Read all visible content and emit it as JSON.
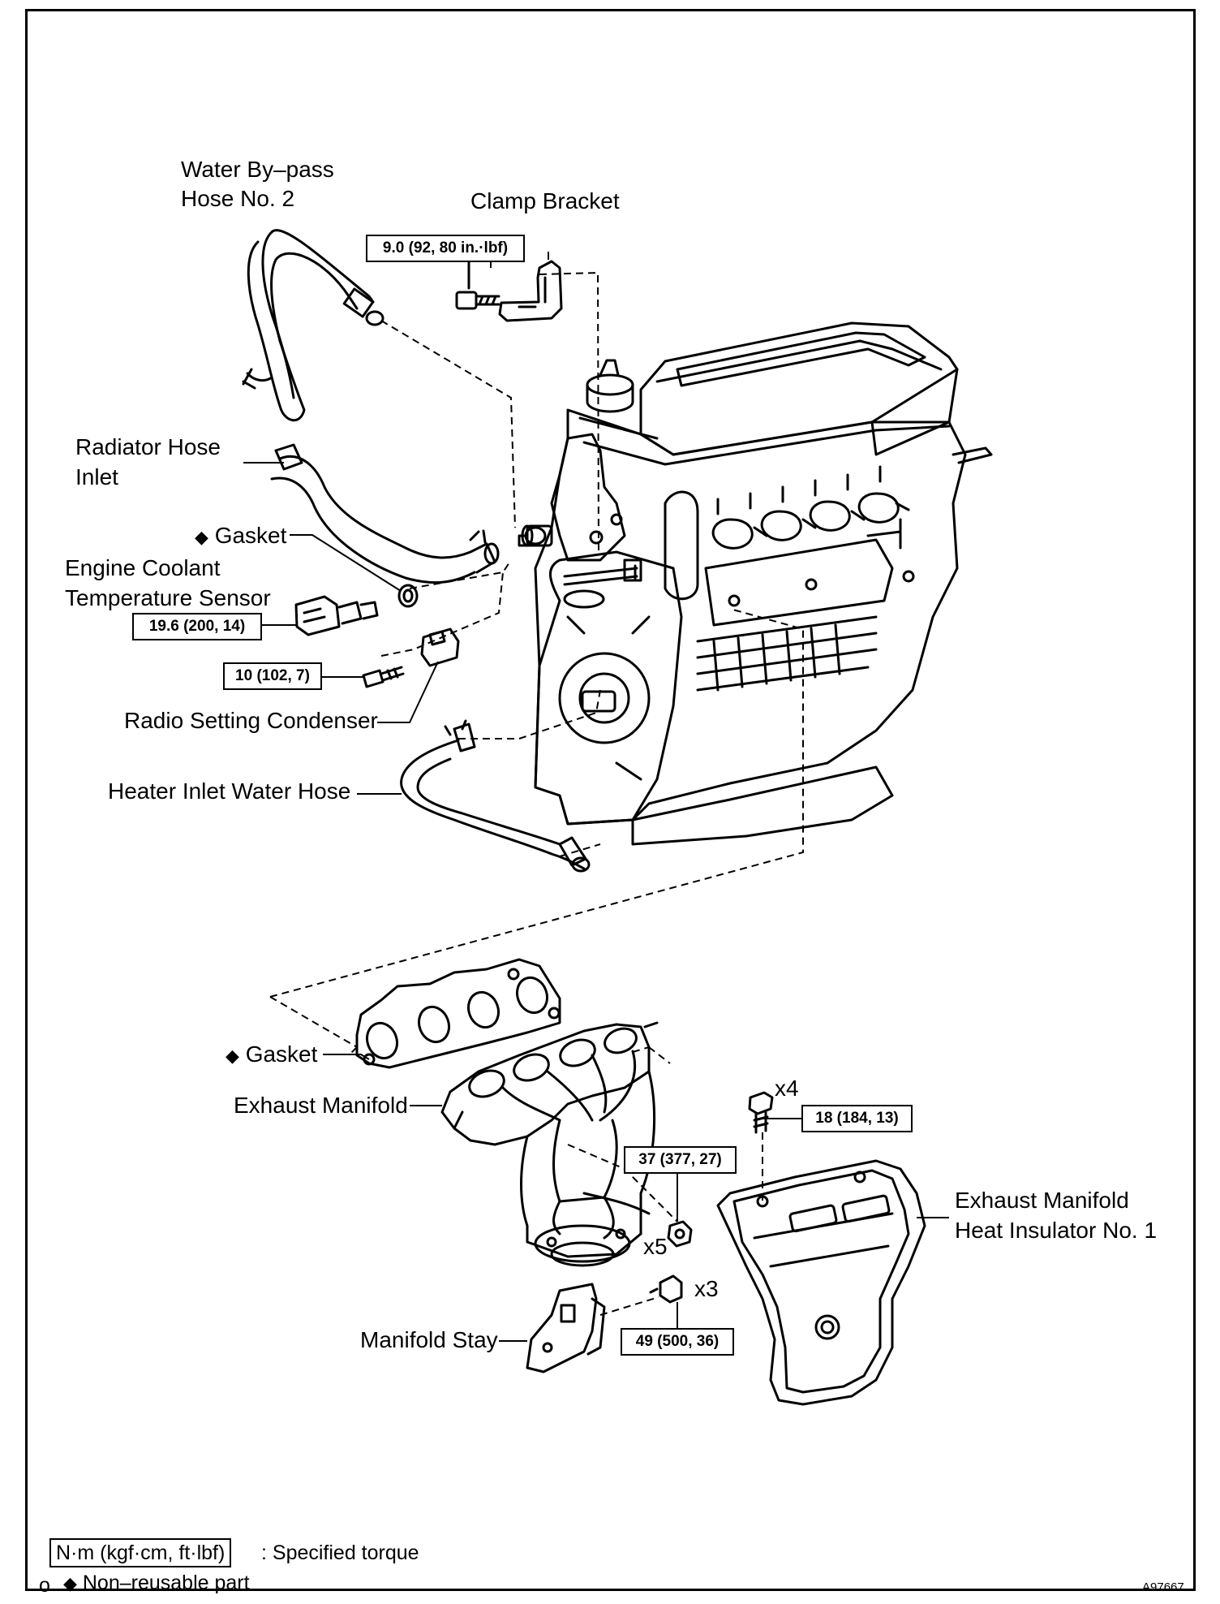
{
  "labels": {
    "water_bypass_hose": [
      "Water By–pass",
      "Hose No. 2"
    ],
    "clamp_bracket": "Clamp Bracket",
    "radiator_hose_inlet": [
      "Radiator Hose",
      "Inlet"
    ],
    "gasket_upper": "Gasket",
    "engine_coolant_temp_sensor": [
      "Engine Coolant",
      "Temperature Sensor"
    ],
    "radio_setting_condenser": "Radio Setting Condenser",
    "heater_inlet_water_hose": "Heater Inlet Water Hose",
    "gasket_lower": "Gasket",
    "exhaust_manifold": "Exhaust Manifold",
    "manifold_stay": "Manifold Stay",
    "exhaust_manifold_heat_insulator": [
      "Exhaust Manifold",
      "Heat Insulator No. 1"
    ]
  },
  "torque_specs": {
    "clamp_bracket_bolt": "9.0 (92, 80 in.·lbf)",
    "coolant_sensor": "19.6 (200, 14)",
    "condenser_bolt": "10 (102, 7)",
    "insulator_bolt": "18 (184, 13)",
    "manifold_nut": "37 (377, 27)",
    "stay_bolt": "49 (500, 36)"
  },
  "quantities": {
    "insulator_bolt": "x4",
    "manifold_nut": "x5",
    "stay_bolt": "x3"
  },
  "legend": {
    "torque_unit": "N·m (kgf·cm, ft·lbf)",
    "torque_desc": ": Specified torque",
    "non_reusable_symbol": "◆",
    "non_reusable_desc": "Non–reusable part",
    "corner_mark": "o"
  },
  "figure_id": "A97667",
  "diamond_symbol": "◆"
}
